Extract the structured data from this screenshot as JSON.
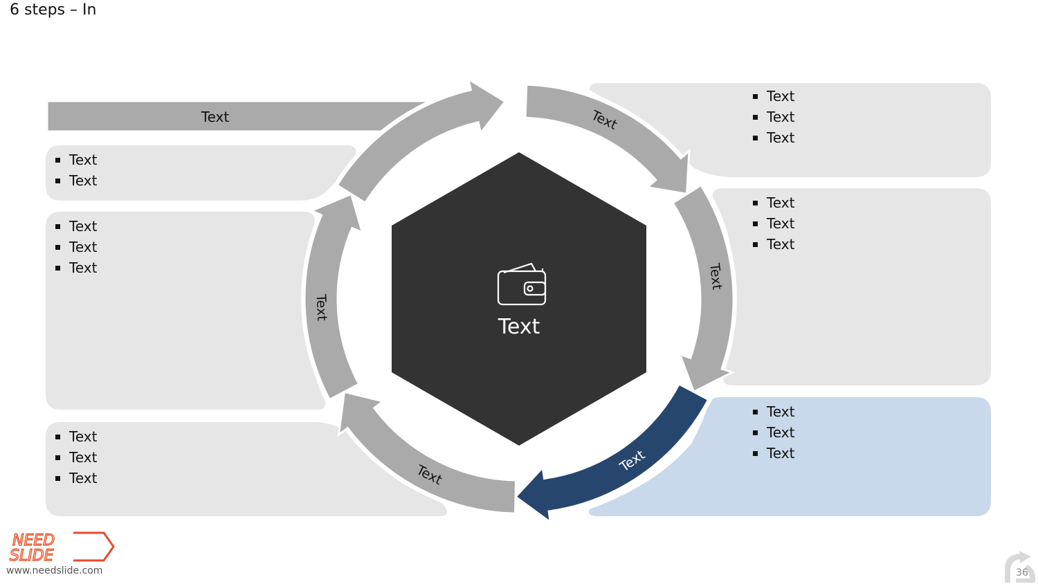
{
  "title": "6 steps – In",
  "top_arrow_label": "Text",
  "center": {
    "label": "Text",
    "icon": "wallet-icon"
  },
  "steps": [
    {
      "label": "Text",
      "active": false
    },
    {
      "label": "Text",
      "active": false
    },
    {
      "label": "Text",
      "active": true
    },
    {
      "label": "Text",
      "active": false
    },
    {
      "label": "Text",
      "active": false
    }
  ],
  "panels": {
    "left_top": {
      "bullets": [
        "Text",
        "Text"
      ]
    },
    "left_middle": {
      "bullets": [
        "Text",
        "Text",
        "Text"
      ]
    },
    "left_bottom": {
      "bullets": [
        "Text",
        "Text",
        "Text"
      ]
    },
    "right_top": {
      "bullets": [
        "Text",
        "Text",
        "Text"
      ]
    },
    "right_middle": {
      "bullets": [
        "Text",
        "Text",
        "Text"
      ]
    },
    "right_bottom": {
      "bullets": [
        "Text",
        "Text",
        "Text"
      ],
      "highlighted": true
    }
  },
  "colors": {
    "panel": "#e6e6e6",
    "panel_highlight": "#c9d8ea",
    "ring": "#aaaaaa",
    "ring_active": "#27466e",
    "hexagon": "#333333"
  },
  "footer": {
    "website": "www.needslide.com",
    "page_number": "36",
    "logo_top": "NEED",
    "logo_bottom": "SLIDE"
  }
}
